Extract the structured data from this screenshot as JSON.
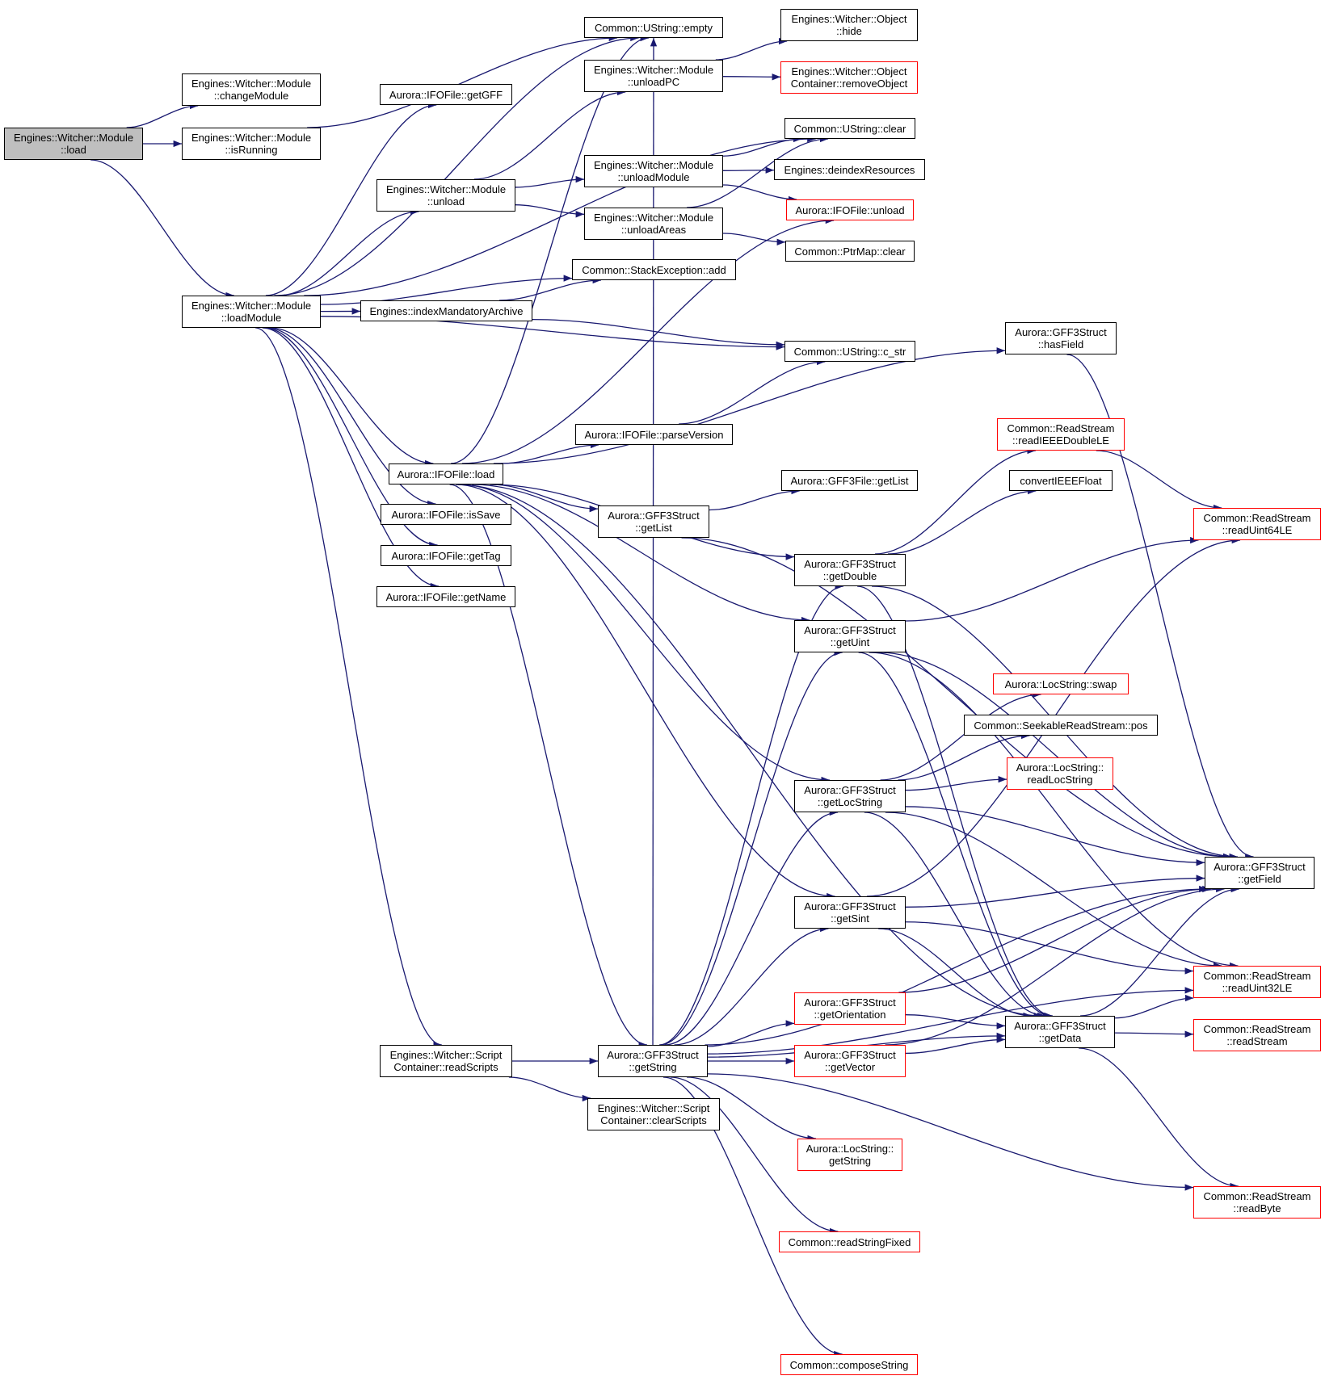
{
  "colors": {
    "edge": "#191970",
    "border": "#000000",
    "incomplete_border": "#ff0000",
    "focus_fill": "#bfbfbf"
  },
  "nodes": {
    "load": {
      "lines": [
        "Engines::Witcher::Module",
        "::load"
      ],
      "style": "focus"
    },
    "changeModule": {
      "lines": [
        "Engines::Witcher::Module",
        "::changeModule"
      ]
    },
    "isRunning": {
      "lines": [
        "Engines::Witcher::Module",
        "::isRunning"
      ]
    },
    "loadModule": {
      "lines": [
        "Engines::Witcher::Module",
        "::loadModule"
      ]
    },
    "emptyStr": {
      "lines": [
        "Common::UString::empty"
      ]
    },
    "getGFF": {
      "lines": [
        "Aurora::IFOFile::getGFF"
      ]
    },
    "unloadPC": {
      "lines": [
        "Engines::Witcher::Module",
        "::unloadPC"
      ]
    },
    "unload": {
      "lines": [
        "Engines::Witcher::Module",
        "::unload"
      ]
    },
    "unloadModule": {
      "lines": [
        "Engines::Witcher::Module",
        "::unloadModule"
      ]
    },
    "unloadAreas": {
      "lines": [
        "Engines::Witcher::Module",
        "::unloadAreas"
      ]
    },
    "hide": {
      "lines": [
        "Engines::Witcher::Object",
        "::hide"
      ]
    },
    "removeObject": {
      "lines": [
        "Engines::Witcher::Object",
        "Container::removeObject"
      ],
      "style": "red"
    },
    "ustrClear": {
      "lines": [
        "Common::UString::clear"
      ]
    },
    "deindex": {
      "lines": [
        "Engines::deindexResources"
      ]
    },
    "ifoUnload": {
      "lines": [
        "Aurora::IFOFile::unload"
      ],
      "style": "red"
    },
    "ptrClear": {
      "lines": [
        "Common::PtrMap::clear"
      ]
    },
    "stackAdd": {
      "lines": [
        "Common::StackException::add"
      ]
    },
    "indexMand": {
      "lines": [
        "Engines::indexMandatoryArchive"
      ]
    },
    "cstr": {
      "lines": [
        "Common::UString::c_str"
      ]
    },
    "hasField": {
      "lines": [
        "Aurora::GFF3Struct",
        "::hasField"
      ]
    },
    "parseVersion": {
      "lines": [
        "Aurora::IFOFile::parseVersion"
      ]
    },
    "ifoLoad": {
      "lines": [
        "Aurora::IFOFile::load"
      ]
    },
    "readDouble": {
      "lines": [
        "Common::ReadStream",
        "::readIEEEDoubleLE"
      ],
      "style": "red"
    },
    "convFloat": {
      "lines": [
        "convertIEEEFloat"
      ]
    },
    "gffGetList": {
      "lines": [
        "Aurora::GFF3File::getList"
      ]
    },
    "isSave": {
      "lines": [
        "Aurora::IFOFile::isSave"
      ]
    },
    "structGetList": {
      "lines": [
        "Aurora::GFF3Struct",
        "::getList"
      ]
    },
    "readUint64": {
      "lines": [
        "Common::ReadStream",
        "::readUint64LE"
      ],
      "style": "red"
    },
    "getTag": {
      "lines": [
        "Aurora::IFOFile::getTag"
      ]
    },
    "getDouble": {
      "lines": [
        "Aurora::GFF3Struct",
        "::getDouble"
      ]
    },
    "getName": {
      "lines": [
        "Aurora::IFOFile::getName"
      ]
    },
    "getUint": {
      "lines": [
        "Aurora::GFF3Struct",
        "::getUint"
      ]
    },
    "swap": {
      "lines": [
        "Aurora::LocString::swap"
      ],
      "style": "red"
    },
    "pos": {
      "lines": [
        "Common::SeekableReadStream::pos"
      ]
    },
    "readLocString": {
      "lines": [
        "Aurora::LocString::",
        "readLocString"
      ],
      "style": "red"
    },
    "getLocString": {
      "lines": [
        "Aurora::GFF3Struct",
        "::getLocString"
      ]
    },
    "getField": {
      "lines": [
        "Aurora::GFF3Struct",
        "::getField"
      ]
    },
    "getSint": {
      "lines": [
        "Aurora::GFF3Struct",
        "::getSint"
      ]
    },
    "readUint32": {
      "lines": [
        "Common::ReadStream",
        "::readUint32LE"
      ],
      "style": "red"
    },
    "getOrientation": {
      "lines": [
        "Aurora::GFF3Struct",
        "::getOrientation"
      ],
      "style": "red"
    },
    "getData": {
      "lines": [
        "Aurora::GFF3Struct",
        "::getData"
      ]
    },
    "readStream": {
      "lines": [
        "Common::ReadStream",
        "::readStream"
      ],
      "style": "red"
    },
    "readScripts": {
      "lines": [
        "Engines::Witcher::Script",
        "Container::readScripts"
      ]
    },
    "getString": {
      "lines": [
        "Aurora::GFF3Struct",
        "::getString"
      ]
    },
    "getVector": {
      "lines": [
        "Aurora::GFF3Struct",
        "::getVector"
      ],
      "style": "red"
    },
    "clearScripts": {
      "lines": [
        "Engines::Witcher::Script",
        "Container::clearScripts"
      ]
    },
    "locGetString": {
      "lines": [
        "Aurora::LocString::",
        "getString"
      ],
      "style": "red"
    },
    "readByte": {
      "lines": [
        "Common::ReadStream",
        "::readByte"
      ],
      "style": "red"
    },
    "readStrFixed": {
      "lines": [
        "Common::readStringFixed"
      ],
      "style": "red"
    },
    "compose": {
      "lines": [
        "Common::composeString"
      ],
      "style": "red"
    }
  },
  "edges": [
    [
      "load",
      "changeModule"
    ],
    [
      "load",
      "isRunning"
    ],
    [
      "load",
      "loadModule"
    ],
    [
      "isRunning",
      "emptyStr"
    ],
    [
      "loadModule",
      "emptyStr"
    ],
    [
      "loadModule",
      "getGFF"
    ],
    [
      "loadModule",
      "ustrClear"
    ],
    [
      "loadModule",
      "unload"
    ],
    [
      "loadModule",
      "stackAdd"
    ],
    [
      "loadModule",
      "indexMand"
    ],
    [
      "loadModule",
      "cstr"
    ],
    [
      "loadModule",
      "ifoLoad"
    ],
    [
      "loadModule",
      "isSave"
    ],
    [
      "loadModule",
      "getTag"
    ],
    [
      "loadModule",
      "getName"
    ],
    [
      "loadModule",
      "readScripts"
    ],
    [
      "unload",
      "unloadPC"
    ],
    [
      "unload",
      "unloadModule"
    ],
    [
      "unload",
      "unloadAreas"
    ],
    [
      "unloadPC",
      "hide"
    ],
    [
      "unloadPC",
      "removeObject"
    ],
    [
      "unloadModule",
      "ustrClear"
    ],
    [
      "unloadModule",
      "deindex"
    ],
    [
      "unloadModule",
      "ifoUnload"
    ],
    [
      "unloadAreas",
      "ustrClear"
    ],
    [
      "unloadAreas",
      "ptrClear"
    ],
    [
      "indexMand",
      "stackAdd"
    ],
    [
      "indexMand",
      "cstr"
    ],
    [
      "ifoLoad",
      "emptyStr"
    ],
    [
      "ifoLoad",
      "ifoUnload"
    ],
    [
      "ifoLoad",
      "parseVersion"
    ],
    [
      "ifoLoad",
      "hasField"
    ],
    [
      "ifoLoad",
      "structGetList"
    ],
    [
      "ifoLoad",
      "getDouble"
    ],
    [
      "ifoLoad",
      "getUint"
    ],
    [
      "ifoLoad",
      "getLocString"
    ],
    [
      "ifoLoad",
      "getSint"
    ],
    [
      "ifoLoad",
      "getString"
    ],
    [
      "ifoLoad",
      "getData"
    ],
    [
      "parseVersion",
      "cstr"
    ],
    [
      "hasField",
      "getField"
    ],
    [
      "structGetList",
      "gffGetList"
    ],
    [
      "structGetList",
      "getField"
    ],
    [
      "readDouble",
      "readUint64"
    ],
    [
      "getDouble",
      "readDouble"
    ],
    [
      "getDouble",
      "convFloat"
    ],
    [
      "getDouble",
      "getField"
    ],
    [
      "getDouble",
      "getData"
    ],
    [
      "getUint",
      "readUint64"
    ],
    [
      "getUint",
      "getField"
    ],
    [
      "getUint",
      "readUint32"
    ],
    [
      "getUint",
      "getData"
    ],
    [
      "getLocString",
      "swap"
    ],
    [
      "getLocString",
      "pos"
    ],
    [
      "getLocString",
      "readLocString"
    ],
    [
      "getLocString",
      "getField"
    ],
    [
      "getLocString",
      "readUint32"
    ],
    [
      "getLocString",
      "getData"
    ],
    [
      "getSint",
      "readUint64"
    ],
    [
      "getSint",
      "getField"
    ],
    [
      "getSint",
      "readUint32"
    ],
    [
      "getSint",
      "getData"
    ],
    [
      "getOrientation",
      "getData"
    ],
    [
      "getOrientation",
      "getField"
    ],
    [
      "getVector",
      "getData"
    ],
    [
      "getVector",
      "getField"
    ],
    [
      "getData",
      "getField"
    ],
    [
      "getData",
      "readUint32"
    ],
    [
      "getData",
      "readStream"
    ],
    [
      "getData",
      "readByte"
    ],
    [
      "readScripts",
      "getString"
    ],
    [
      "readScripts",
      "clearScripts"
    ],
    [
      "getString",
      "emptyStr"
    ],
    [
      "getString",
      "getDouble"
    ],
    [
      "getString",
      "getUint"
    ],
    [
      "getString",
      "getLocString"
    ],
    [
      "getString",
      "getSint"
    ],
    [
      "getString",
      "getOrientation"
    ],
    [
      "getString",
      "getVector"
    ],
    [
      "getString",
      "locGetString"
    ],
    [
      "getString",
      "readStrFixed"
    ],
    [
      "getString",
      "compose"
    ],
    [
      "getString",
      "getField"
    ],
    [
      "getString",
      "readUint32"
    ],
    [
      "getString",
      "getData"
    ],
    [
      "getString",
      "readByte"
    ]
  ]
}
